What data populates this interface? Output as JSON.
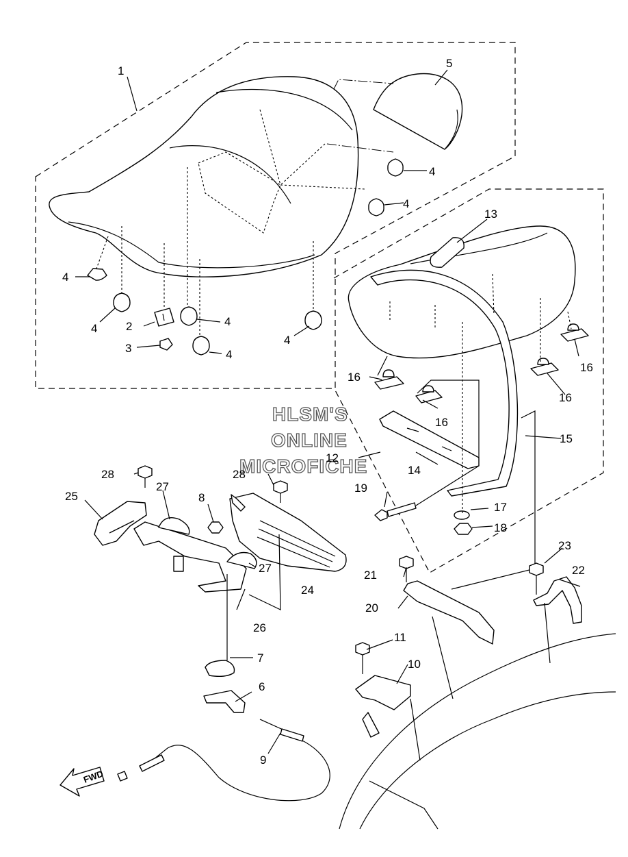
{
  "watermark": {
    "line1": "HLSM'S",
    "line2": "ONLINE",
    "line3": "MICROFICHE"
  },
  "direction_label": "FWD",
  "callouts": {
    "c1": "1",
    "c2": "2",
    "c3": "3",
    "c4a": "4",
    "c4b": "4",
    "c4c": "4",
    "c4d": "4",
    "c4e": "4",
    "c4f": "4",
    "c4g": "4",
    "c5": "5",
    "c6": "6",
    "c7": "7",
    "c8": "8",
    "c9": "9",
    "c10": "10",
    "c11": "11",
    "c12": "12",
    "c13": "13",
    "c14": "14",
    "c15": "15",
    "c16a": "16",
    "c16b": "16",
    "c16c": "16",
    "c16d": "16",
    "c17": "17",
    "c18": "18",
    "c19": "19",
    "c20": "20",
    "c21": "21",
    "c22": "22",
    "c23": "23",
    "c24": "24",
    "c25": "25",
    "c26": "26",
    "c27a": "27",
    "c27b": "27",
    "c28a": "28",
    "c28b": "28"
  }
}
